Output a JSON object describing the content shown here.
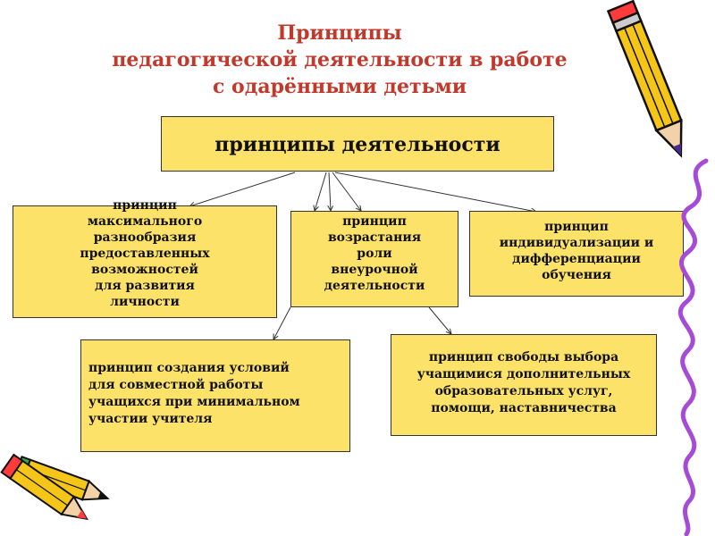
{
  "title": {
    "line1": "Принципы",
    "line2": "педагогической деятельности в работе",
    "line3": "с одарёнными детьми"
  },
  "main_box": {
    "label": "принципы деятельности"
  },
  "principles": {
    "p1": [
      "принцип",
      "максимального",
      "разнообразия",
      "предоставленных",
      "возможностей",
      "для развития",
      "личности"
    ],
    "p2": [
      "принцип",
      "возрастания",
      "роли",
      "внеурочной",
      "деятельности"
    ],
    "p3": [
      "принцип",
      "индивидуализации и",
      "дифференциации",
      "обучения"
    ],
    "p4": [
      "принцип создания условий",
      "для совместной работы",
      "учащихся при минимальном",
      "участии учителя"
    ],
    "p5": [
      "принцип свободы выбора",
      "учащимися дополнительных",
      "образовательных услуг,",
      "помощи, наставничества"
    ]
  },
  "colors": {
    "title": "#c0392b",
    "box_fill": "#fde26a",
    "pencil_yellow": "#f5c518",
    "squiggle": "#a64bd8"
  }
}
